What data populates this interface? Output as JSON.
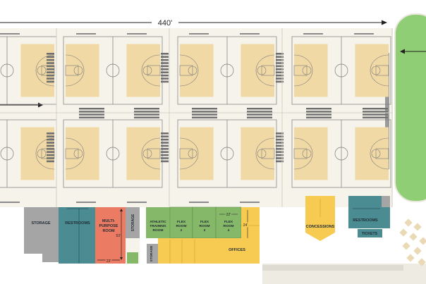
{
  "dimensions": {
    "overall_width": "440'",
    "storage_width": "22'",
    "office_depth": "24'",
    "multipurpose_depth": "53'",
    "multipurpose_width": "23'"
  },
  "rooms": {
    "storage_main": "STORAGE",
    "restrooms_west": "RESTROOMS",
    "multipurpose_line1": "MULTI-",
    "multipurpose_line2": "PURPOSE",
    "multipurpose_line3": "ROOM",
    "storage_small": "STORAGE",
    "athletic_line1": "ATHLETIC",
    "athletic_line2": "TRAINING",
    "athletic_line3": "ROOM",
    "flex2_line1": "FLEX",
    "flex2_line2": "ROOM",
    "flex2_line3": "2",
    "flex3_line1": "FLEX",
    "flex3_line2": "ROOM",
    "flex3_line3": "3",
    "flex4_line1": "FLEX",
    "flex4_line2": "ROOM",
    "flex4_line3": "4",
    "storage_lower": "STORAGE",
    "offices": "OFFICES",
    "concessions": "CONCESSIONS",
    "restrooms_east": "RESTROOMS",
    "tickets": "TICKETS"
  },
  "colors": {
    "court": "#f1d9a6",
    "hall_floor": "#f6f3ea",
    "storage": "#a5a5a5",
    "restrooms": "#4b8c93",
    "multipurpose": "#ec7b63",
    "flex": "#86b86a",
    "offices": "#f7cb52",
    "concessions": "#f7cb52",
    "field": "#8fce74"
  }
}
